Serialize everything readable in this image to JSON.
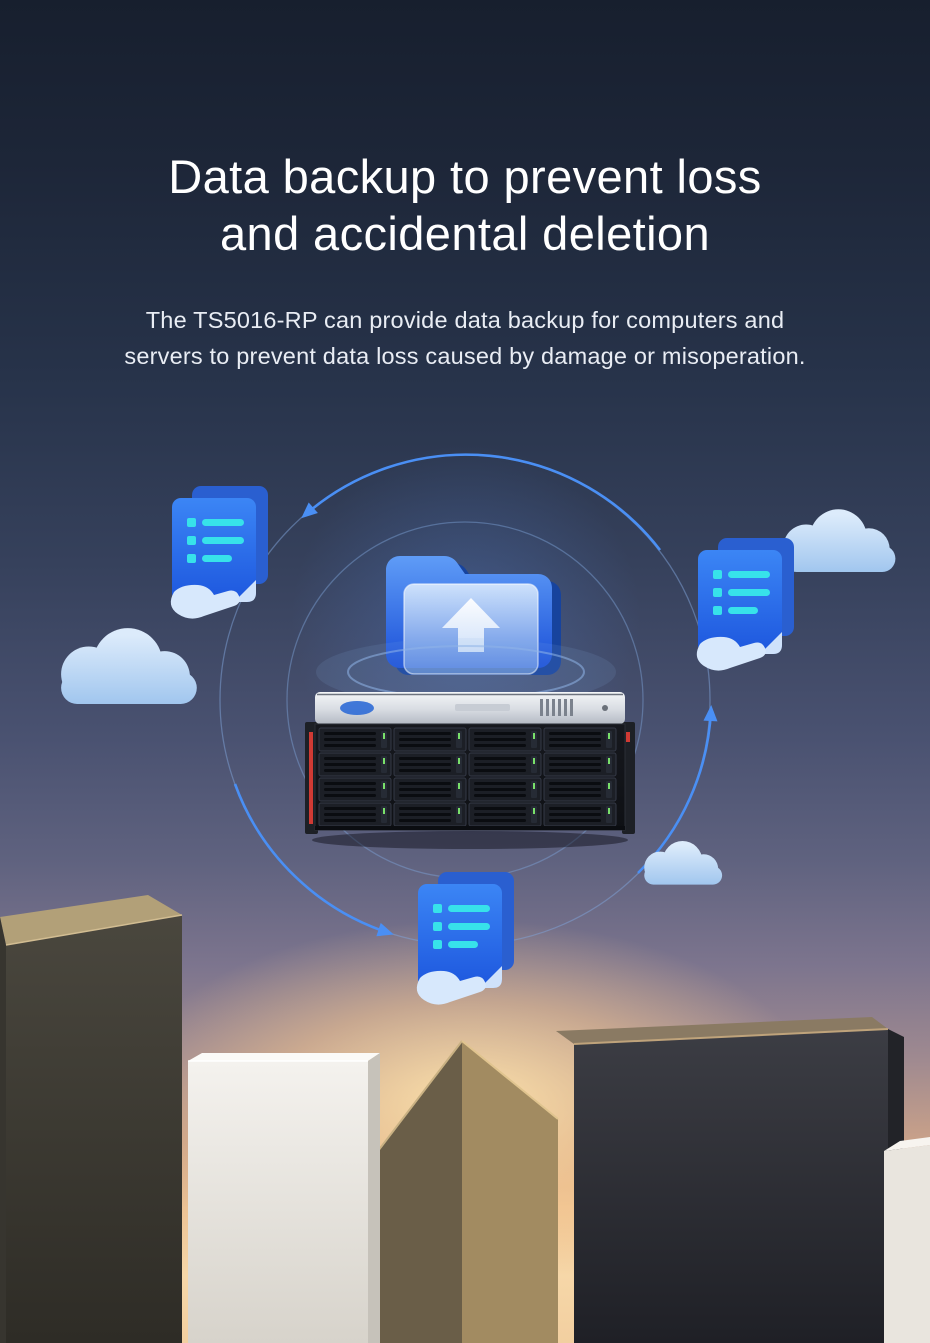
{
  "hero": {
    "title_line1": "Data backup to prevent loss",
    "title_line2": "and accidental deletion",
    "subtitle_line1": "The TS5016-RP can provide data backup for computers and",
    "subtitle_line2": "servers to prevent data loss caused by damage or misoperation."
  },
  "product": {
    "model": "TS5016-RP"
  },
  "illustration": {
    "icons": [
      {
        "name": "circular-sync-arrows"
      },
      {
        "name": "backup-document-icon-top-left"
      },
      {
        "name": "backup-document-icon-right"
      },
      {
        "name": "backup-document-icon-bottom"
      },
      {
        "name": "upload-folder-icon"
      },
      {
        "name": "nas-server-illustration"
      },
      {
        "name": "cloud-icon-left"
      },
      {
        "name": "cloud-icon-right"
      },
      {
        "name": "cloud-icon-small"
      }
    ]
  },
  "colors": {
    "sky_top": "#171f2e",
    "sky_mid": "#36415c",
    "sunset": "#f3d2a2",
    "accent_blue": "#4a8ff4",
    "document_blue": "#2e7bf0",
    "document_line_cyan": "#37e2ea",
    "cloud_blue": "#bdd9f5",
    "server_red_stripe": "#d03a34",
    "led_green": "#79e06a"
  }
}
